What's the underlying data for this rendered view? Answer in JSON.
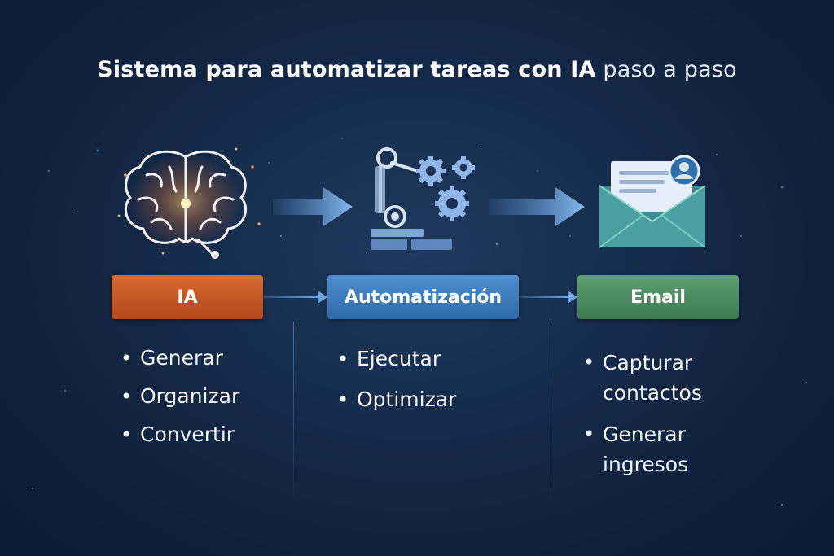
{
  "title": {
    "bold": "Sistema para automatizar tareas con IA",
    "light": "paso a paso"
  },
  "icons": [
    "brain-icon",
    "robot-arm-gears-icon",
    "email-envelope-icon"
  ],
  "steps": [
    {
      "label": "IA",
      "color": "#c8582a",
      "items": [
        "Generar",
        "Organizar",
        "Convertir"
      ]
    },
    {
      "label": "Automatización",
      "color": "#3f7dbf",
      "items": [
        "Ejecutar",
        "Optimizar"
      ]
    },
    {
      "label": "Email",
      "color": "#4f8c60",
      "items": [
        "Capturar contactos",
        "Generar ingresos"
      ]
    }
  ]
}
